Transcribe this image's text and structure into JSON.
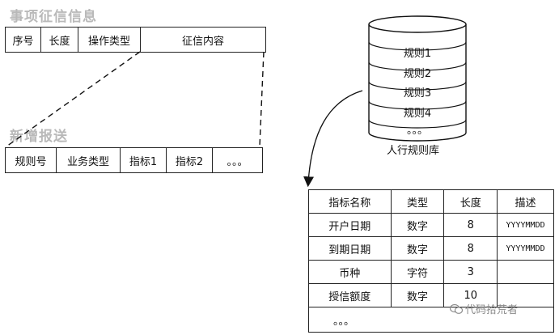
{
  "record_header": {
    "title": "事项征信信息",
    "columns": [
      "序号",
      "长度",
      "操作类型",
      "征信内容"
    ]
  },
  "new_report": {
    "title": "新增报送",
    "columns": [
      "规则号",
      "业务类型",
      "指标1",
      "指标2",
      "。。。"
    ]
  },
  "rule_db": {
    "rules": [
      "规则1",
      "规则2",
      "规则3",
      "规则4"
    ],
    "ellipsis": "。。。",
    "caption": "人行规则库"
  },
  "indicator_table": {
    "headers": [
      "指标名称",
      "类型",
      "长度",
      "描述"
    ],
    "rows": [
      [
        "开户日期",
        "数字",
        "8",
        "YYYYMMDD"
      ],
      [
        "到期日期",
        "数字",
        "8",
        "YYYYMMDD"
      ],
      [
        "币种",
        "字符",
        "3",
        ""
      ],
      [
        "授信额度",
        "数字",
        "10",
        ""
      ]
    ],
    "ellipsis": "。。。"
  },
  "watermark": {
    "text": "代码拾荒者"
  }
}
